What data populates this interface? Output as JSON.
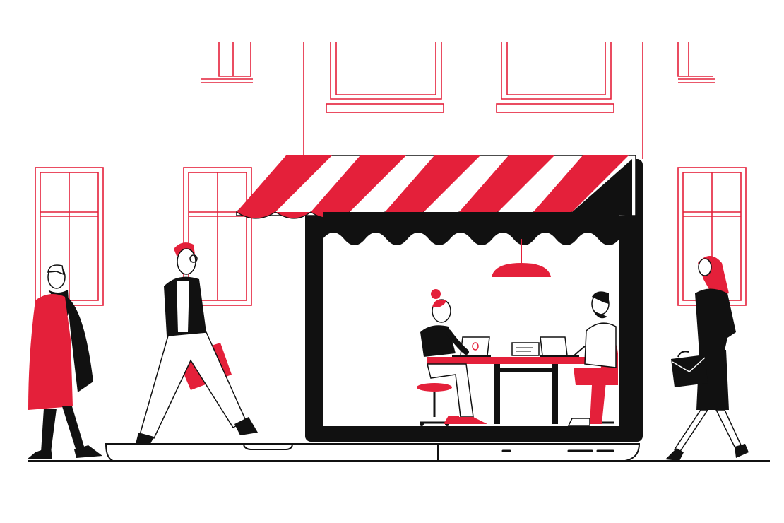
{
  "illustration": {
    "subject": "laptop-storefront-with-awning",
    "palette": {
      "red": "#e4203a",
      "black": "#111111",
      "white": "#ffffff",
      "outline_red": "#e4203a"
    },
    "elements": [
      "building-windows",
      "laptop-storefront",
      "striped-awning",
      "pendant-lamp",
      "office-desk",
      "woman-typing-at-laptop",
      "man-working-at-laptop",
      "man-in-red-coat-walking",
      "man-with-red-briefcase-walking",
      "woman-with-black-briefcase-walking",
      "ground-line"
    ]
  }
}
